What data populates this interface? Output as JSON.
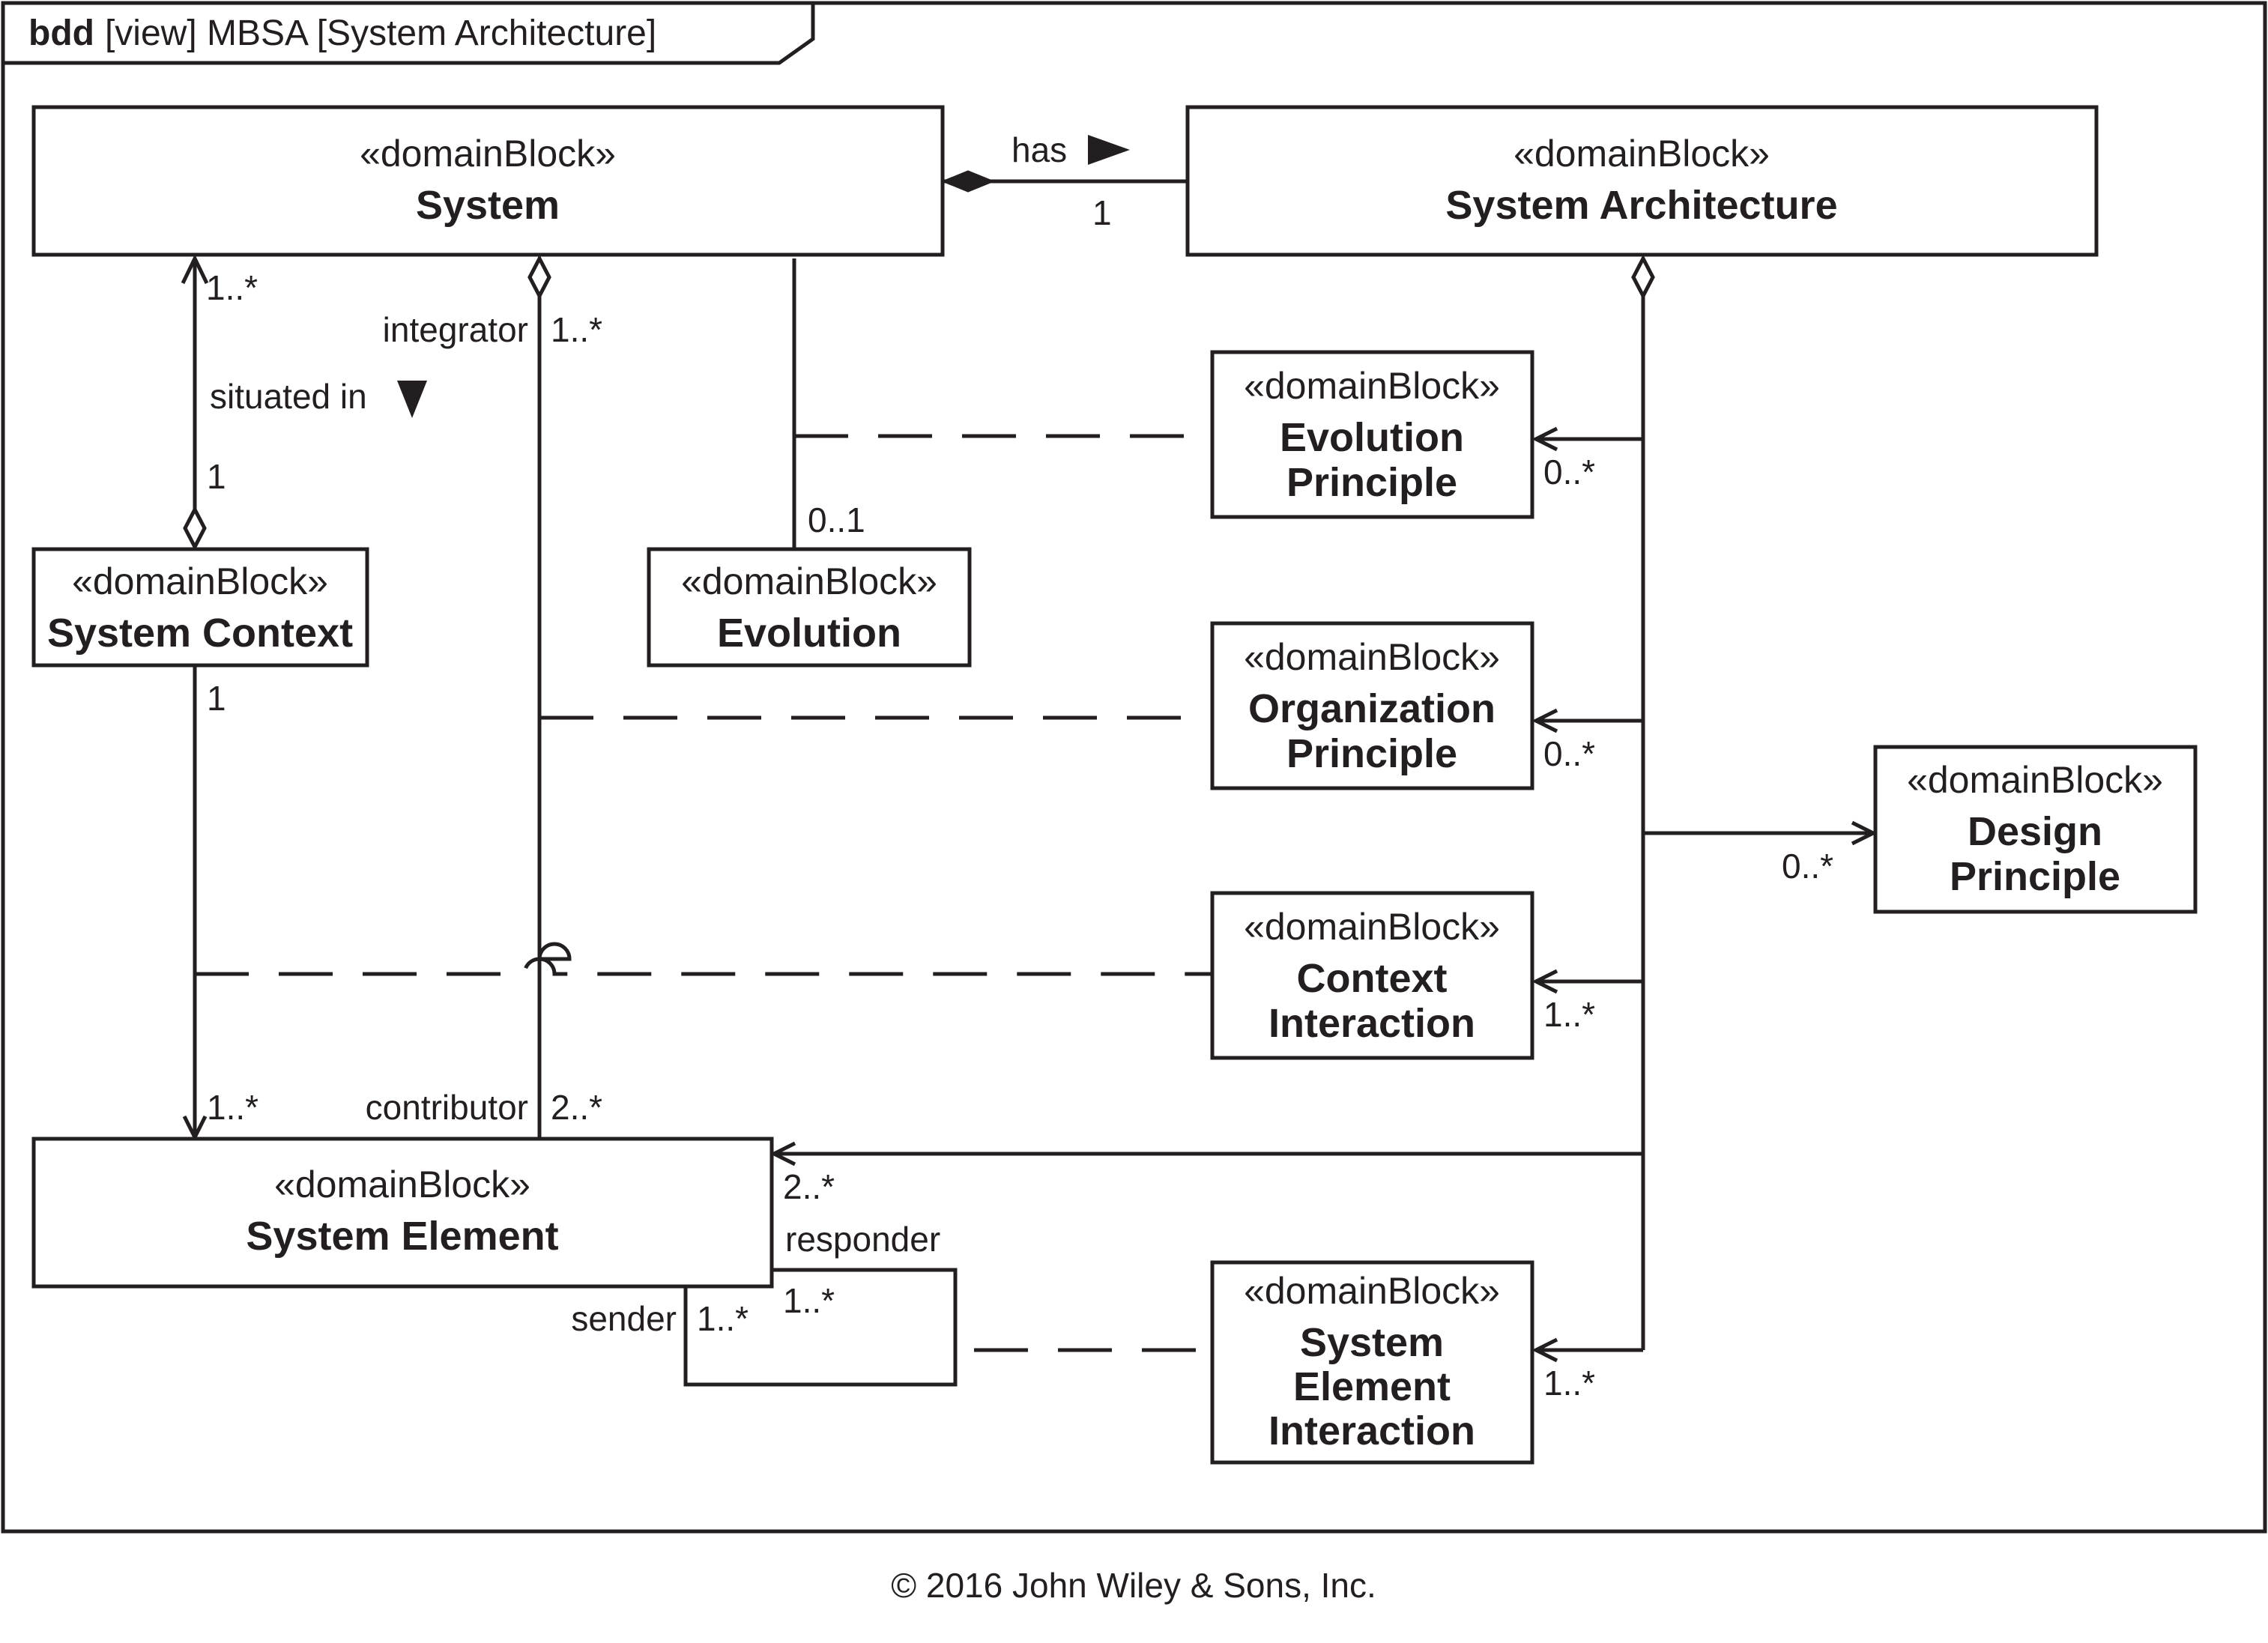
{
  "frame": {
    "keyword": "bdd",
    "header": "[view] MBSA [System Architecture]"
  },
  "blocks": {
    "system": {
      "stereotype": "«domainBlock»",
      "name": [
        "System"
      ]
    },
    "system_architecture": {
      "stereotype": "«domainBlock»",
      "name": [
        "System Architecture"
      ]
    },
    "evolution_principle": {
      "stereotype": "«domainBlock»",
      "name": [
        "Evolution",
        "Principle"
      ]
    },
    "system_context": {
      "stereotype": "«domainBlock»",
      "name": [
        "System Context"
      ]
    },
    "evolution": {
      "stereotype": "«domainBlock»",
      "name": [
        "Evolution"
      ]
    },
    "organization_principle": {
      "stereotype": "«domainBlock»",
      "name": [
        "Organization",
        "Principle"
      ]
    },
    "design_principle": {
      "stereotype": "«domainBlock»",
      "name": [
        "Design",
        "Principle"
      ]
    },
    "context_interaction": {
      "stereotype": "«domainBlock»",
      "name": [
        "Context",
        "Interaction"
      ]
    },
    "system_element": {
      "stereotype": "«domainBlock»",
      "name": [
        "System Element"
      ]
    },
    "system_element_interaction": {
      "stereotype": "«domainBlock»",
      "name": [
        "System",
        "Element",
        "Interaction"
      ]
    }
  },
  "associations": {
    "has": {
      "label": "has",
      "multiplicity_target": "1"
    },
    "situated_in": {
      "label": "situated in",
      "mult_system": "1..*",
      "mult_context": "1"
    },
    "integrator": {
      "role_system": "integrator",
      "mult_system": "1..*",
      "role_element": "contributor",
      "mult_element": "2..*"
    },
    "evolution": {
      "mult": "0..1"
    },
    "context_to_element": {
      "mult_context": "1",
      "mult_element": "1..*"
    },
    "arch_evolution_principle": {
      "mult": "0..*"
    },
    "arch_organization_principle": {
      "mult": "0..*"
    },
    "arch_design_principle": {
      "mult": "0..*"
    },
    "arch_context_interaction": {
      "mult": "1..*"
    },
    "arch_system_element": {
      "mult": "2..*"
    },
    "arch_system_element_interaction": {
      "mult": "1..*"
    },
    "interaction": {
      "role_responder": "responder",
      "mult_responder": "1..*",
      "role_sender": "sender",
      "mult_sender": "1..*"
    }
  },
  "footer": {
    "copyright": "© 2016 John Wiley & Sons, Inc."
  }
}
